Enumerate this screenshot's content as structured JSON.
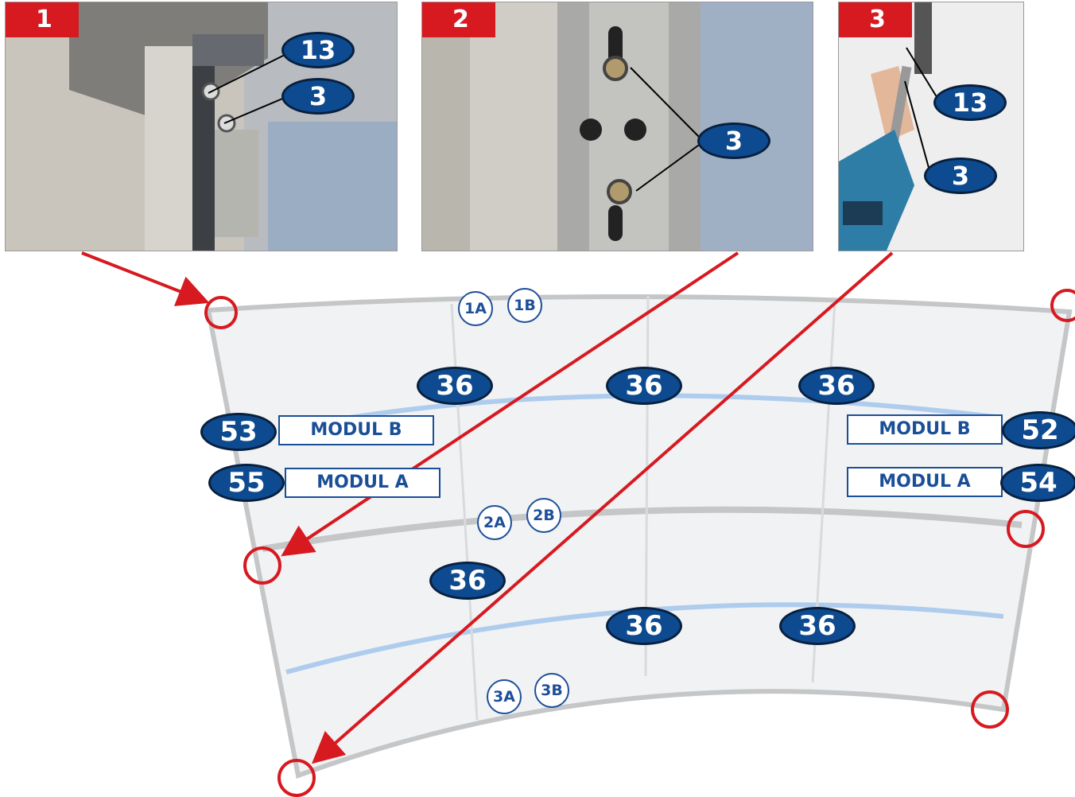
{
  "steps": [
    {
      "number": "1",
      "callouts": [
        "13",
        "3"
      ]
    },
    {
      "number": "2",
      "callouts": [
        "3"
      ]
    },
    {
      "number": "3",
      "callouts": [
        "13",
        "3"
      ]
    }
  ],
  "panel_labels": {
    "top": [
      "1A",
      "1B"
    ],
    "middle": [
      "2A",
      "2B"
    ],
    "bottom": [
      "3A",
      "3B"
    ]
  },
  "panel_callouts": [
    "36",
    "36",
    "36",
    "36",
    "36",
    "36"
  ],
  "modules": {
    "left_b": {
      "label": "MODUL B",
      "number": "53"
    },
    "left_a": {
      "label": "MODUL A",
      "number": "55"
    },
    "right_b": {
      "label": "MODUL B",
      "number": "52"
    },
    "right_a": {
      "label": "MODUL A",
      "number": "54"
    }
  },
  "colors": {
    "callout_fill": "#0d4a8f",
    "badge_red": "#d71920",
    "arrow_red": "#d71920",
    "module_blue": "#1a4f98"
  }
}
